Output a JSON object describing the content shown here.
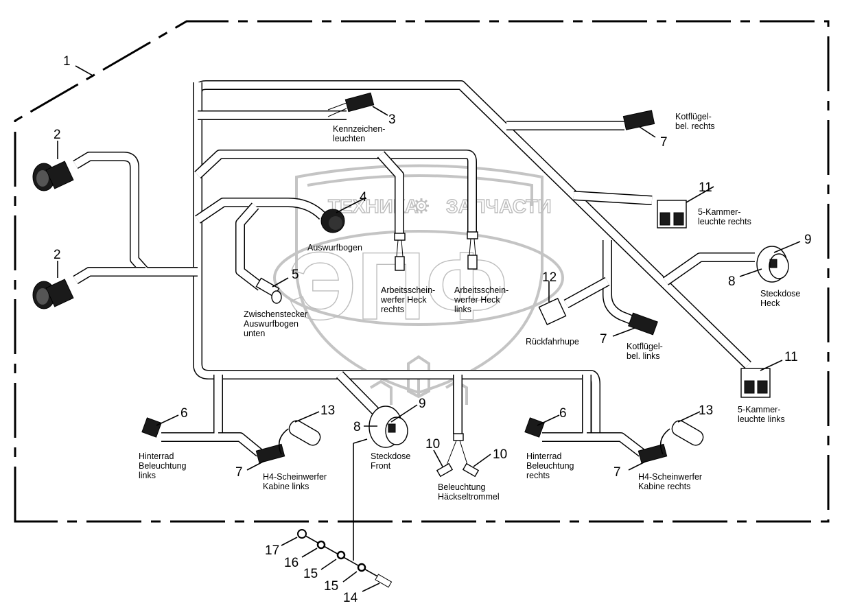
{
  "diagram": {
    "type": "wiring-harness-parts-diagram",
    "watermark": {
      "top_text_left": "ТЕХНИКА",
      "top_text_right": "ЗАПЧАСТИ",
      "logo_letters": "ЭПФ",
      "gear_icon": "gear-icon"
    },
    "callouts": [
      {
        "id": "c1",
        "number": "1"
      },
      {
        "id": "c2a",
        "number": "2"
      },
      {
        "id": "c2b",
        "number": "2"
      },
      {
        "id": "c3",
        "number": "3"
      },
      {
        "id": "c4",
        "number": "4"
      },
      {
        "id": "c5",
        "number": "5"
      },
      {
        "id": "c6a",
        "number": "6"
      },
      {
        "id": "c6b",
        "number": "6"
      },
      {
        "id": "c7a",
        "number": "7"
      },
      {
        "id": "c7b",
        "number": "7"
      },
      {
        "id": "c7c",
        "number": "7"
      },
      {
        "id": "c7d",
        "number": "7"
      },
      {
        "id": "c8a",
        "number": "8"
      },
      {
        "id": "c8b",
        "number": "8"
      },
      {
        "id": "c9a",
        "number": "9"
      },
      {
        "id": "c9b",
        "number": "9"
      },
      {
        "id": "c10a",
        "number": "10"
      },
      {
        "id": "c10b",
        "number": "10"
      },
      {
        "id": "c11a",
        "number": "11"
      },
      {
        "id": "c11b",
        "number": "11"
      },
      {
        "id": "c12",
        "number": "12"
      },
      {
        "id": "c13a",
        "number": "13"
      },
      {
        "id": "c13b",
        "number": "13"
      },
      {
        "id": "c14",
        "number": "14"
      },
      {
        "id": "c15a",
        "number": "15"
      },
      {
        "id": "c15b",
        "number": "15"
      },
      {
        "id": "c16",
        "number": "16"
      },
      {
        "id": "c17",
        "number": "17"
      }
    ],
    "labels": {
      "kennzeichen": [
        "Kennzeichen-",
        "leuchten"
      ],
      "kotfluegel_rechts": [
        "Kotflügel-",
        "bel. rechts"
      ],
      "fuenfkammer_rechts": [
        "5-Kammer-",
        "leuchte rechts"
      ],
      "auswurfbogen": [
        "Auswurfbogen"
      ],
      "steckdose_heck": [
        "Steckdose",
        "Heck"
      ],
      "zwischenstecker": [
        "Zwischenstecker",
        "Auswurfbogen",
        "unten"
      ],
      "arbeits_rechts": [
        "Arbeitsschein-",
        "werfer Heck",
        "rechts"
      ],
      "arbeits_links": [
        "Arbeitsschein-",
        "werfer Heck",
        "links"
      ],
      "rueckfahrhupe": [
        "Rückfahrhupe"
      ],
      "kotfluegel_links": [
        "Kotflügel-",
        "bel. links"
      ],
      "fuenfkammer_links": [
        "5-Kammer-",
        "leuchte links"
      ],
      "hinterrad_links": [
        "Hinterrad",
        "Beleuchtung",
        "links"
      ],
      "h4_links": [
        "H4-Scheinwerfer",
        "Kabine links"
      ],
      "steckdose_front": [
        "Steckdose",
        "Front"
      ],
      "beleuchtung_haeckseltrommel": [
        "Beleuchtung",
        "Häckseltrommel"
      ],
      "hinterrad_rechts": [
        "Hinterrad",
        "Beleuchtung",
        "rechts"
      ],
      "h4_rechts": [
        "H4-Scheinwerfer",
        "Kabine rechts"
      ]
    }
  }
}
